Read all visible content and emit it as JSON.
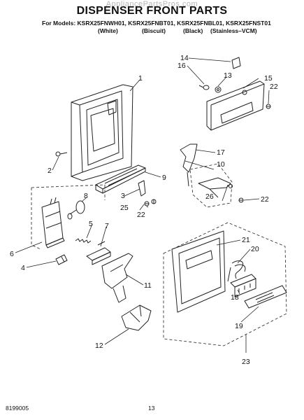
{
  "watermark": "AppliancePartsPros.com",
  "header": {
    "title": "DISPENSER FRONT PARTS",
    "models_line": "For Models: KSRX25FNWH01, KSRX25FNBT01, KSRX25FNBL01, KSRX25FNST01",
    "colors": [
      "(White)",
      "(Biscuit)",
      "(Black)",
      "(Stainless–VCM)"
    ]
  },
  "callouts": [
    "1",
    "2",
    "3",
    "4",
    "5",
    "6",
    "7",
    "8",
    "9",
    "10",
    "11",
    "12",
    "13",
    "14",
    "15",
    "16",
    "17",
    "18",
    "19",
    "20",
    "21",
    "22",
    "22",
    "22",
    "23",
    "25",
    "26"
  ],
  "footer": {
    "doc_number": "8199005",
    "page_number": "13"
  }
}
